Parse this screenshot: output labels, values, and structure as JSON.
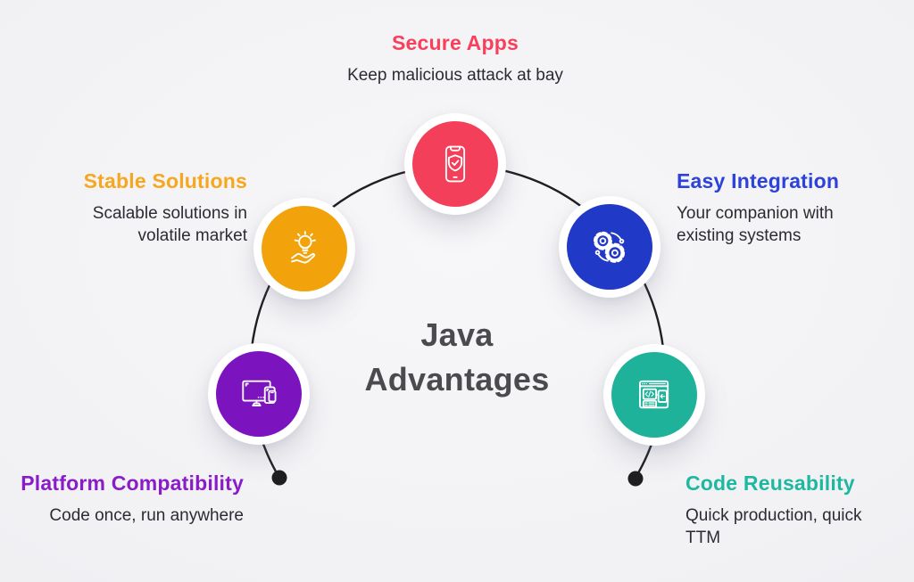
{
  "page": {
    "background": "#f1f1f4"
  },
  "title": {
    "text": "Java Advantages",
    "color": "#4b4b4f"
  },
  "connector": {
    "color": "#1f1f22"
  },
  "nodes": [
    {
      "id": "secure-apps",
      "label": "Secure Apps",
      "description": "Keep malicious attack at bay",
      "color": "#f43f5a",
      "label_color": "#f8405c",
      "icon": "phone-shield-icon"
    },
    {
      "id": "stable-solutions",
      "label": "Stable Solutions",
      "description": "Scalable solutions in volatile market",
      "color": "#f2a30b",
      "label_color": "#f7a71f",
      "icon": "bulb-in-hand-icon"
    },
    {
      "id": "easy-integration",
      "label": "Easy Integration",
      "description": "Your companion with existing systems",
      "color": "#2139c7",
      "label_color": "#2c42da",
      "icon": "gears-icon"
    },
    {
      "id": "platform-compatibility",
      "label": "Platform Compatibility",
      "description": "Code once, run anywhere",
      "color": "#7b13be",
      "label_color": "#8a1bc9",
      "icon": "devices-icon"
    },
    {
      "id": "code-reusability",
      "label": "Code Reusability",
      "description": "Quick production, quick TTM",
      "color": "#1eb29b",
      "label_color": "#1eb8a0",
      "icon": "browser-code-icon"
    }
  ]
}
